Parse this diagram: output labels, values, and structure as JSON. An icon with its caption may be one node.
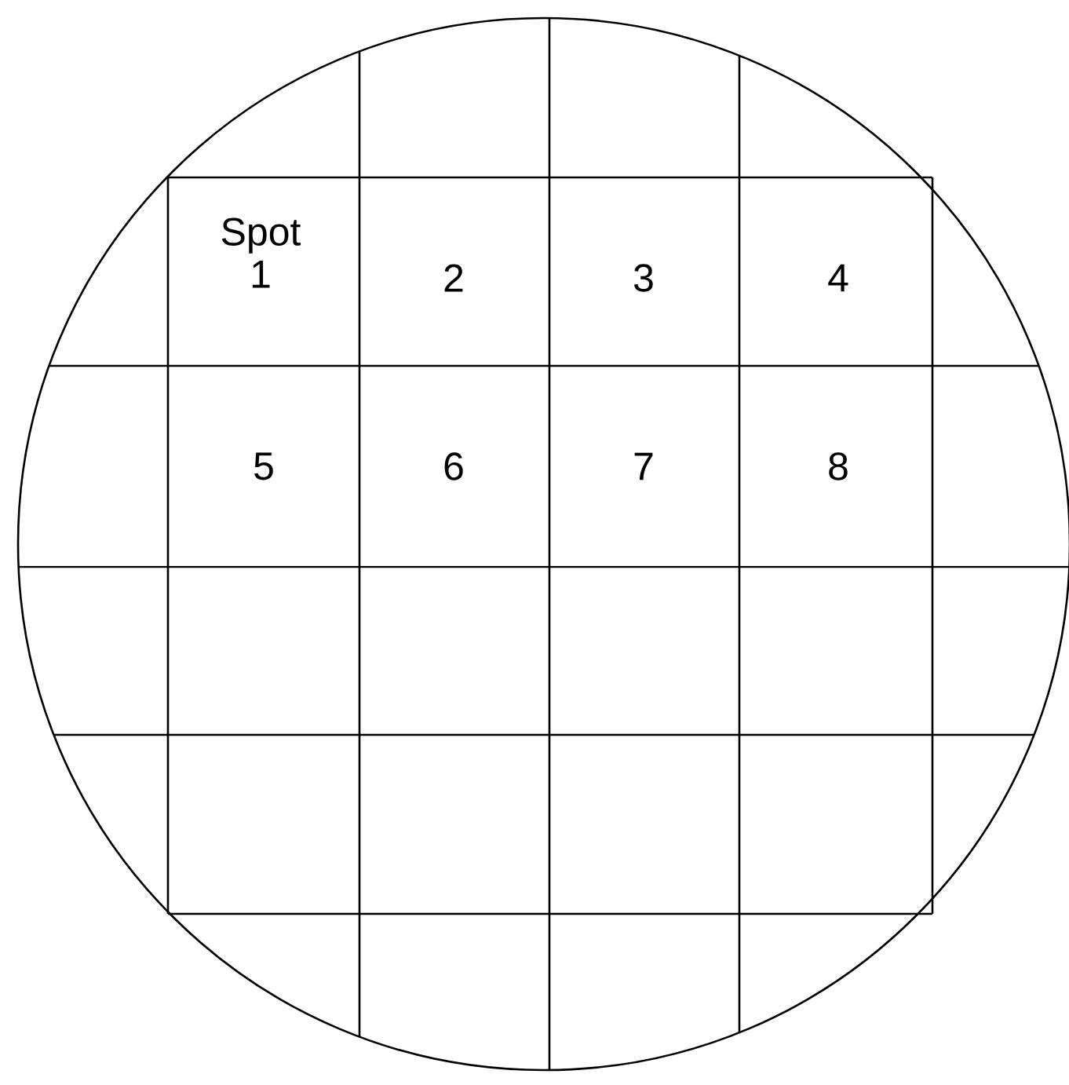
{
  "diagram": {
    "labels": [
      "Spot 1",
      "2",
      "3",
      "4",
      "5",
      "6",
      "7",
      "8"
    ]
  }
}
